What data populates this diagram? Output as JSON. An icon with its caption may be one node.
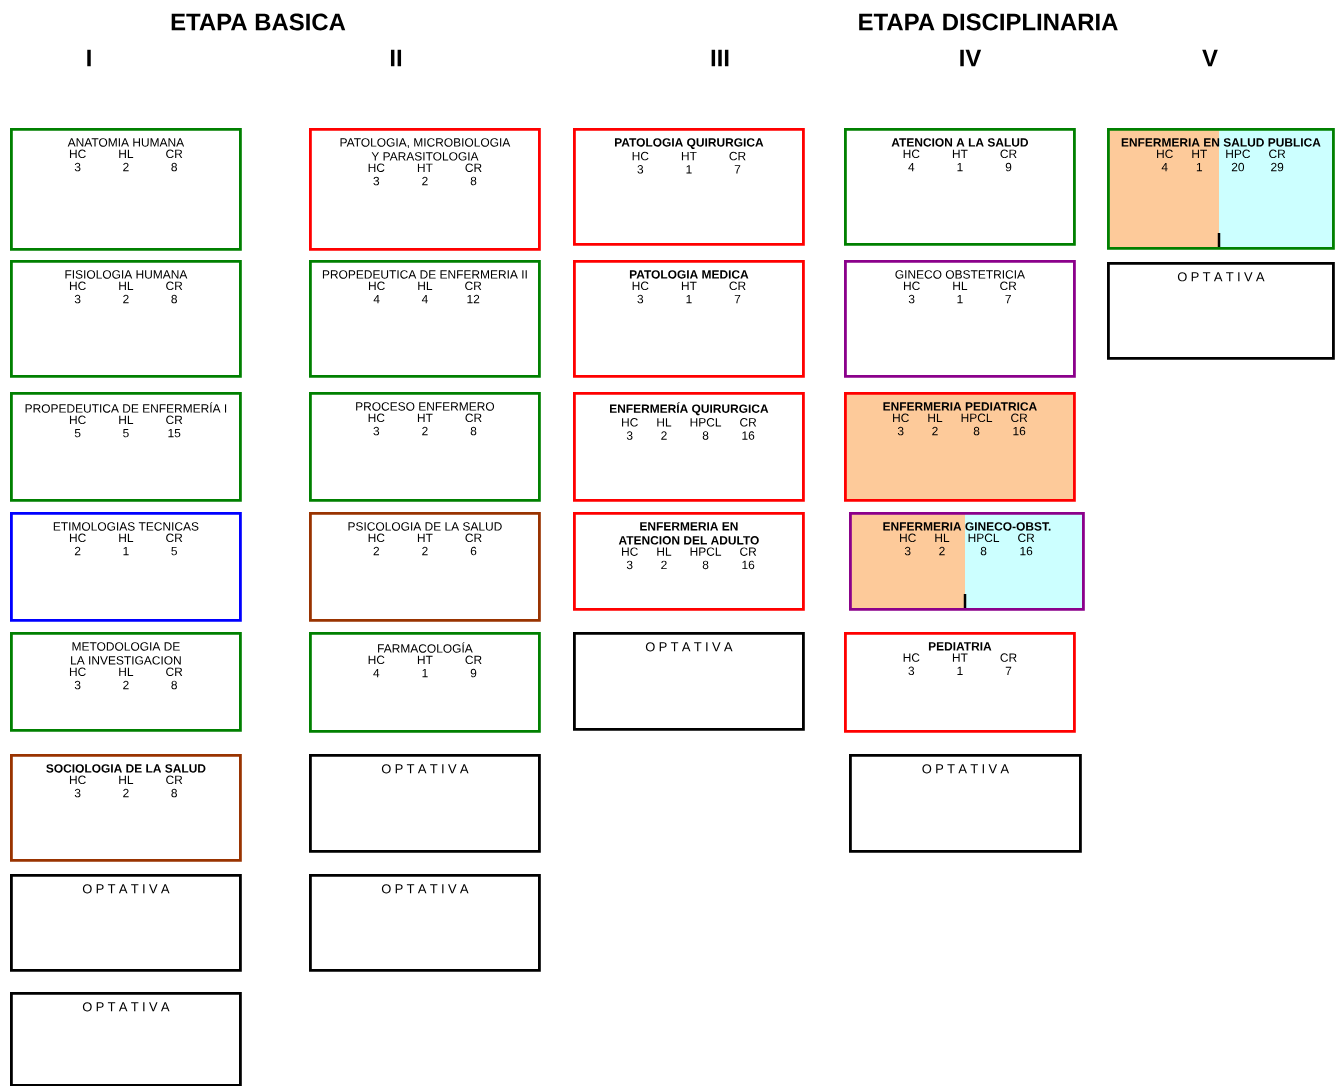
{
  "diagram": {
    "nodes": [
      {
        "text": [
          "ANATOMIA HUMANA",
          "HC",
          "HL",
          "CR",
          "3",
          "2",
          "8"
        ]
      },
      {
        "text": [
          "FISIOLOGIA HUMANA",
          "HC",
          "HL",
          "CR",
          "3",
          "2",
          "8"
        ]
      },
      {
        "text": [
          "PROPEDEUTICA DE ENFERMERÍA I",
          "HC",
          "HL",
          "CR",
          "5",
          "5",
          "15"
        ]
      },
      {
        "text": [
          "ETIMOLOGIAS TECNICAS",
          "HC",
          "HL",
          "CR",
          "2",
          "1",
          "5"
        ]
      },
      {
        "text": [
          "METODOLOGIA DE LA INVESTIGACION",
          "HC",
          "HL",
          "CR",
          "3",
          "2",
          "8"
        ]
      },
      {
        "text": [
          "SOCIOLOGIA DE LA SALUD",
          "HC",
          "HL",
          "CR",
          "3",
          "2",
          "8"
        ]
      },
      {
        "text": [
          "O P T A T I V A"
        ]
      },
      {
        "text": [
          "O P T A T I V A"
        ]
      },
      {
        "text": [
          "PATOLOGIA, MICROBIOLOGIA Y PARASITOLOGIA",
          "HC",
          "HT",
          "CR",
          "3",
          "2",
          "8"
        ]
      },
      {
        "text": [
          "PROPEDEUTICA DE ENFERMERIA II",
          "HC",
          "HL",
          "CR",
          "4",
          "4",
          "12"
        ]
      },
      {
        "text": [
          "PROCESO ENFERMERO",
          "HC",
          "HT",
          "CR",
          "3",
          "2",
          "8"
        ]
      },
      {
        "text": [
          "PSICOLOGIA DE LA SALUD",
          "HC",
          "HT",
          "CR",
          "2",
          "2",
          "6"
        ]
      },
      {
        "text": [
          "FARMACOLOGÍA",
          "HC",
          "HT",
          "CR",
          "4",
          "1",
          "9"
        ]
      },
      {
        "text": [
          "O P T A T I V A"
        ]
      },
      {
        "text": [
          "O P T A T I V A"
        ]
      },
      {
        "text": [
          "PATOLOGIA QUIRURGICA",
          "HC",
          "HT",
          "CR",
          "3",
          "1",
          "7"
        ]
      },
      {
        "text": [
          "PATOLOGIA MEDICA",
          "HC",
          "HT",
          "CR",
          "3",
          "1",
          "7"
        ]
      },
      {
        "text": [
          "ENFERMERÍA QUIRURGICA",
          "HC",
          "HL",
          "HPCL",
          "CR",
          "3",
          "2",
          "8",
          "16"
        ]
      },
      {
        "text": [
          "ENFERMERIA EN ATENCION DEL ADULTO",
          "HC",
          "HL",
          "HPCL",
          "CR",
          "3",
          "2",
          "8",
          "16"
        ]
      },
      {
        "text": [
          "O P T A T I V A"
        ]
      },
      {
        "text": [
          "ATENCION A LA SALUD",
          "HC",
          "HT",
          "CR",
          "4",
          "1",
          "9"
        ]
      },
      {
        "text": [
          "GINECO OBSTETRICIA",
          "HC",
          "HL",
          "CR",
          "3",
          "1",
          "7"
        ]
      },
      {
        "text": [
          "ENFERMERIA PEDIATRICA",
          "HC",
          "HL",
          "HPCL",
          "CR",
          "3",
          "2",
          "8",
          "16"
        ]
      },
      {
        "text": [
          "ENFERMERIA GINECO-OBST.",
          "HC",
          "HL",
          "HPCL",
          "CR",
          "3",
          "2",
          "8",
          "16"
        ]
      },
      {
        "text": [
          "PEDIATRIA",
          "HC",
          "HT",
          "CR",
          "3",
          "1",
          "7"
        ]
      },
      {
        "text": [
          "O P T A T I V A"
        ]
      },
      {
        "text": [
          "ENFERMERIA EN SALUD PUBLICA",
          "HC",
          "HT",
          "HPC",
          "CR",
          "4",
          "1",
          "20",
          "29"
        ]
      },
      {
        "text": [
          "O P T A T I V A"
        ]
      }
    ],
    "labels": [
      "ETAPA BASICA",
      "ETAPA DISCIPLINARIA",
      "I",
      "II",
      "III",
      "IV",
      "V"
    ]
  }
}
